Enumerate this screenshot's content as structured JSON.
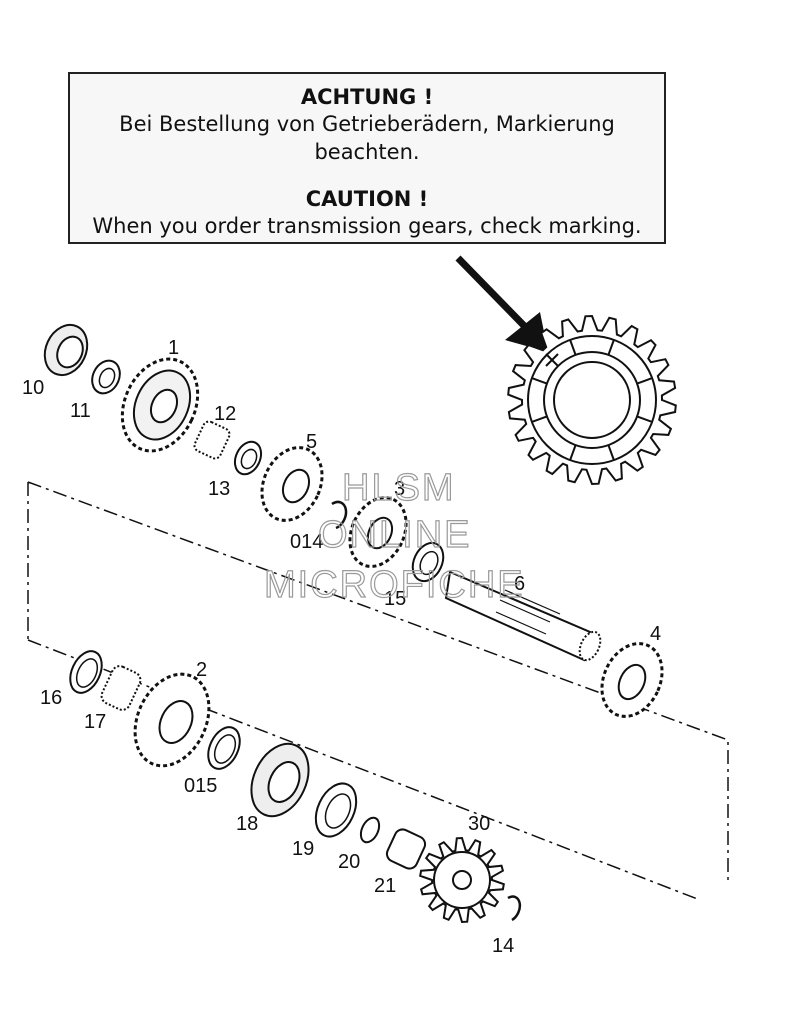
{
  "notice": {
    "title_de": "ACHTUNG !",
    "text_de": "Bei Bestellung von Getrieberädern, Markierung beachten.",
    "title_en": "CAUTION !",
    "text_en": "When you order transmission gears, check marking."
  },
  "callouts": {
    "p1": "1",
    "p2": "2",
    "p3": "3",
    "p4": "4",
    "p5": "5",
    "p6": "6",
    "p10": "10",
    "p11": "11",
    "p12": "12",
    "p13": "13",
    "p014": "014",
    "p15": "15",
    "p16": "16",
    "p17": "17",
    "p015": "015",
    "p18": "18",
    "p19": "19",
    "p20": "20",
    "p21": "21",
    "p30": "30",
    "p14": "14"
  },
  "watermark": {
    "line1": "HLSM",
    "line2": "ONLINE",
    "line3": "MICROFICHE"
  }
}
